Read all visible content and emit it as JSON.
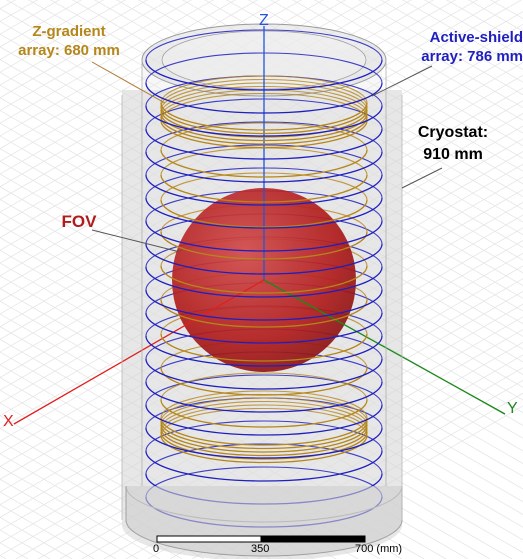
{
  "colors": {
    "z_gradient": "#b5861a",
    "active_shield": "#1f1fc0",
    "cryostat_text": "#000000",
    "fov": "#b01c1c",
    "x_axis": "#e02020",
    "y_axis": "#1c8a1c",
    "z_axis": "#2255dd"
  },
  "labels": {
    "z_gradient": [
      "Z-gradient",
      "array: 680 mm"
    ],
    "active_shield": [
      "Active-shield",
      "array: 786 mm"
    ],
    "cryostat": [
      "Cryostat:",
      "910 mm"
    ],
    "fov": "FOV"
  },
  "axes": {
    "x": "X",
    "y": "Y",
    "z": "Z"
  },
  "scale_bar": {
    "ticks": [
      "0",
      "350",
      "700 (mm)"
    ]
  }
}
